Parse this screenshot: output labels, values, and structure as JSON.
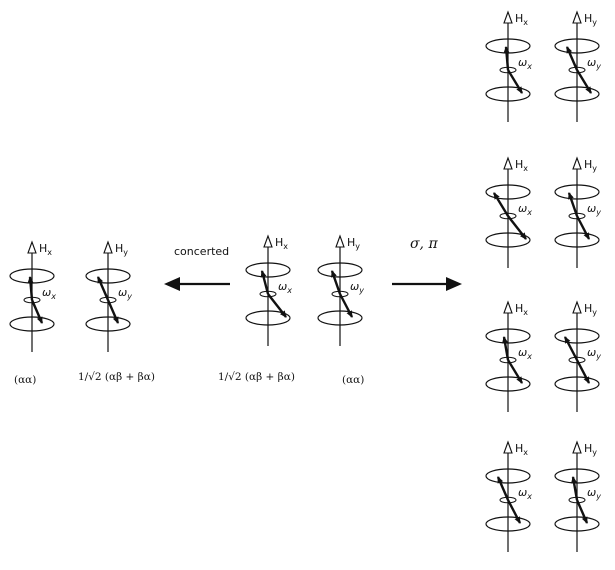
{
  "labels": {
    "hx": "H",
    "hx_sub": "x",
    "hy": "H",
    "hy_sub": "y",
    "wx": "ω",
    "wx_sub": "x",
    "wy": "ω",
    "wy_sub": "y"
  },
  "arrows": {
    "left": "concerted",
    "right": "σ, π"
  },
  "captions": {
    "left_state_1": "(αα)",
    "left_state_2": "1/√2 (αβ + βα)",
    "mid_state_1": "1/√2 (αβ + βα)",
    "mid_state_2": "(αα)"
  },
  "groups": [
    {
      "id": "left-pair",
      "kind": "final-concerted"
    },
    {
      "id": "middle-pair",
      "kind": "initial"
    },
    {
      "id": "right-pair-1",
      "kind": "final-stepwise"
    },
    {
      "id": "right-pair-2",
      "kind": "final-stepwise"
    },
    {
      "id": "right-pair-3",
      "kind": "final-stepwise"
    },
    {
      "id": "right-pair-4",
      "kind": "final-stepwise"
    }
  ]
}
